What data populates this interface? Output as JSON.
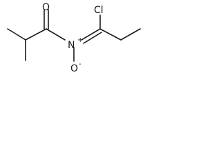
{
  "molecule": {
    "atoms": {
      "carbonyl_oxygen": "O",
      "chlorine": "Cl",
      "nitrogen": "N",
      "nitrogen_charge": "+",
      "oxide_oxygen": "O",
      "oxide_charge": "-"
    },
    "colors": {
      "bond": "#1a1a1a",
      "text": "#1a1a1a",
      "background": "#ffffff"
    }
  }
}
